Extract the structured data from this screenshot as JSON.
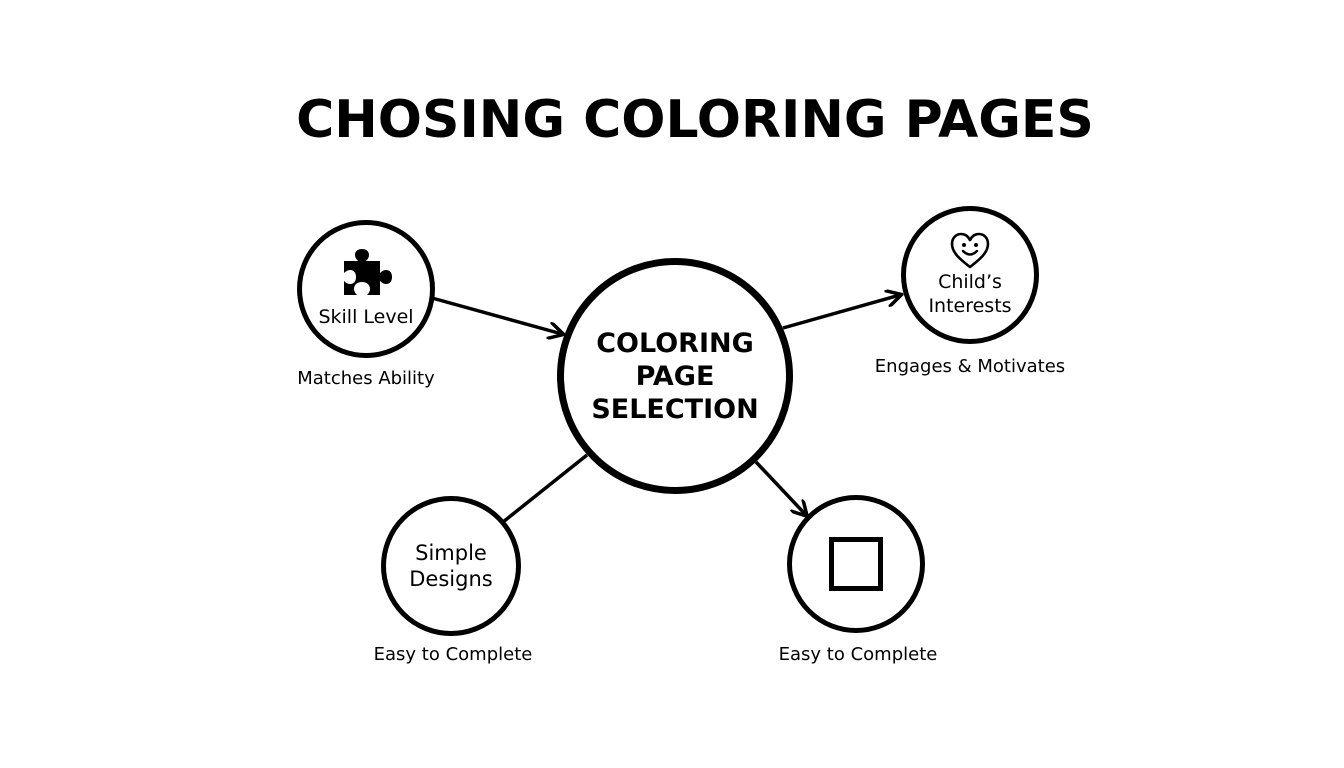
{
  "title": "CHOSING COLORING PAGES",
  "center": {
    "label_lines": [
      "COLORING",
      "PAGE",
      "SELECTION"
    ]
  },
  "nodes": {
    "skill_level": {
      "label": "Skill Level",
      "caption": "Matches Ability",
      "icon": "puzzle-piece-icon"
    },
    "childs_interests": {
      "label_lines": [
        "Child’s",
        "Interests"
      ],
      "caption": "Engages & Motivates",
      "icon": "smiling-heart-icon"
    },
    "simple_designs": {
      "label_lines": [
        "Simple",
        "Designs"
      ],
      "caption": "Easy to Complete"
    },
    "complete_square": {
      "caption": "Easy to Complete",
      "icon": "square-outline-icon"
    }
  },
  "colors": {
    "stroke": "#000000",
    "background": "#ffffff"
  }
}
